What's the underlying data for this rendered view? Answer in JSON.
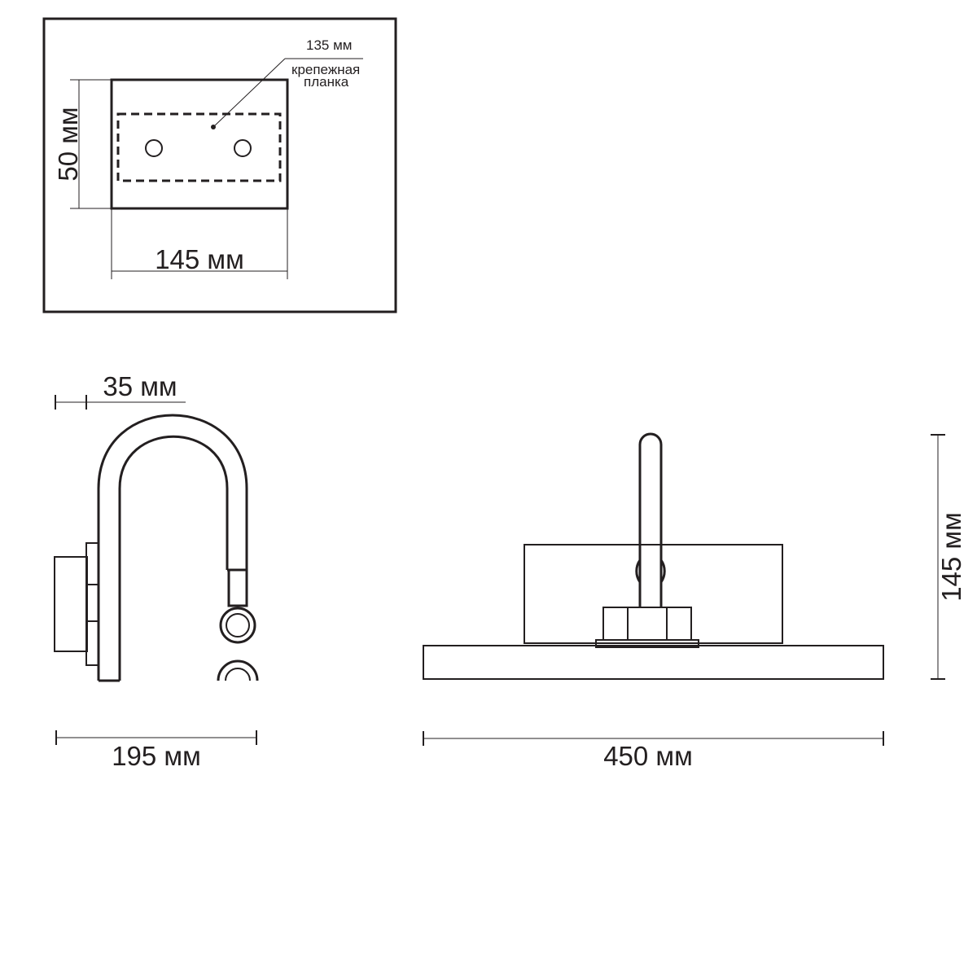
{
  "mount_plate": {
    "strip_label": "135 мм",
    "mount_label_line1": "крепежная",
    "mount_label_line2": "планка",
    "height_label": "50 мм",
    "width_label": "145 мм"
  },
  "side_view": {
    "offset_label": "35 мм",
    "depth_label": "195 мм"
  },
  "front_view": {
    "width_label": "450 мм",
    "height_label": "145 мм"
  }
}
